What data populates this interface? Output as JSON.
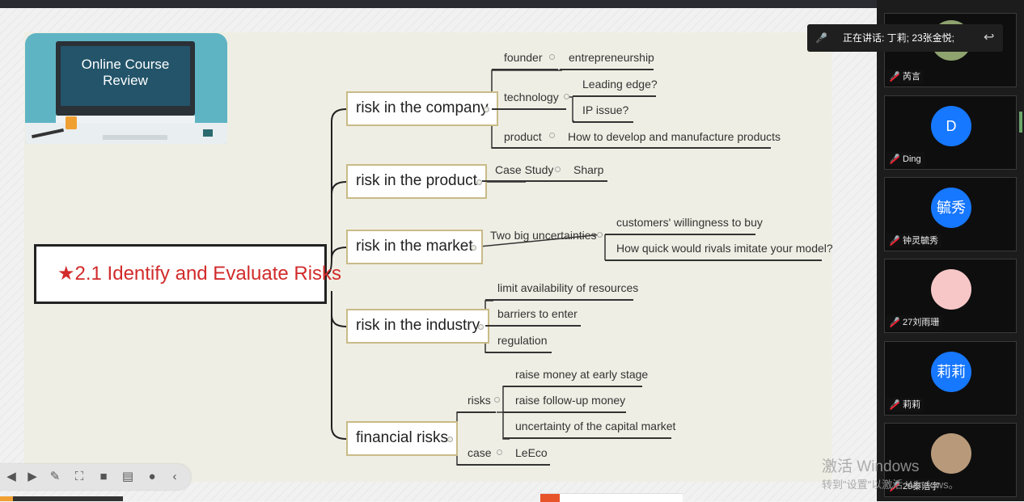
{
  "logo": {
    "line1": "Online Course",
    "line2": "Review"
  },
  "root": {
    "star": "★",
    "text": "2.1 Identify and Evaluate Risks"
  },
  "branches": {
    "company": "risk in the company",
    "product": "risk in the product",
    "market": "risk in the market",
    "industry": "risk in the industry",
    "financial": "financial risks"
  },
  "company": {
    "founder": "founder",
    "founder_child": "entrepreneurship",
    "technology": "technology",
    "leading_edge": "Leading edge?",
    "ip_issue": "IP issue?",
    "product": "product",
    "product_child": "How to develop and manufacture products"
  },
  "product": {
    "case_study": "Case Study",
    "sharp": "Sharp"
  },
  "market": {
    "uncertainties": "Two big uncertainties",
    "willingness": "customers' willingness to buy",
    "imitate": "How quick would rivals imitate your model?"
  },
  "industry": {
    "limit": "limit availability of resources",
    "barriers": "barriers to enter",
    "regulation": "regulation"
  },
  "financial": {
    "risks": "risks",
    "early": "raise money at early stage",
    "followup": "raise follow-up money",
    "uncertainty": "uncertainty of the capital market",
    "case": "case",
    "leeco": "LeEco"
  },
  "speaking": {
    "text": "正在讲话: 丁莉; 23张金悦;"
  },
  "participants": [
    {
      "name": "芮言",
      "avatar": ""
    },
    {
      "name": "Ding",
      "avatar": "D"
    },
    {
      "name": "钟灵毓秀",
      "avatar": "毓秀"
    },
    {
      "name": "27刘雨珊",
      "avatar": ""
    },
    {
      "name": "莉莉",
      "avatar": "莉莉"
    },
    {
      "name": "29秦浩宇",
      "avatar": ""
    }
  ],
  "watermark": {
    "line1": "激活 Windows",
    "line2": "转到\"设置\"以激活 Windows。"
  },
  "icons": {
    "toolbar": [
      "prev-icon",
      "play-icon",
      "pen-icon",
      "screenshot-icon",
      "camera-icon",
      "comment-icon",
      "more-icon",
      "collapse-icon"
    ],
    "mic": "mic-muted-icon",
    "back": "return-arrow-icon"
  },
  "colors": {
    "root_text": "#d22b2b",
    "branch_border": "#c9bb88",
    "slide_bg": "#efeee4",
    "avatar_blue": "#1677ff"
  }
}
